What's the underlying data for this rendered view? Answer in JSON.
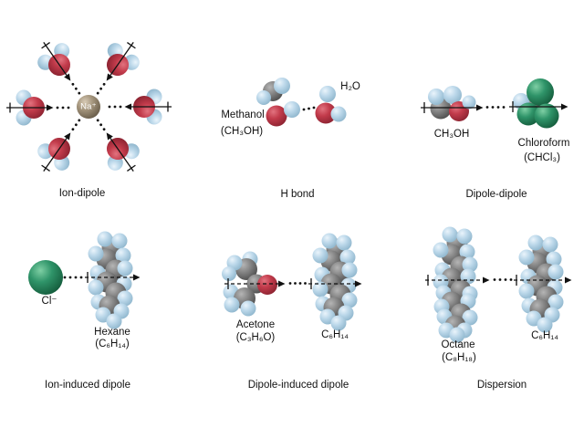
{
  "panels": {
    "ion_dipole": {
      "caption": "Ion-dipole",
      "ion_label": "Na⁺"
    },
    "h_bond": {
      "caption": "H bond",
      "molecule_name": "Methanol",
      "molecule_formula": "(CH₃OH)",
      "partner_formula": "H₂O"
    },
    "dipole_dipole": {
      "caption": "Dipole-dipole",
      "left_formula": "CH₃OH",
      "right_name": "Chloroform",
      "right_formula": "(CHCl₃)"
    },
    "ion_induced_dipole": {
      "caption": "Ion-induced dipole",
      "ion_label": "Cl⁻",
      "molecule_name": "Hexane",
      "molecule_formula": "(C₆H₁₄)"
    },
    "dipole_induced_dipole": {
      "caption": "Dipole-induced dipole",
      "molecule_name": "Acetone",
      "molecule_formula": "(C₃H₆O)",
      "partner_formula": "C₆H₁₄"
    },
    "dispersion": {
      "caption": "Dispersion",
      "molecule_name": "Octane",
      "molecule_formula": "(C₈H₁₈)",
      "partner_formula": "C₆H₁₄"
    }
  },
  "colors": {
    "hydrogen_atom": "#bcd8ea",
    "oxygen_atom": "#c23b4b",
    "carbon_atom": "#868686",
    "chlorine_atom": "#2f9469",
    "sodium_ion_sphere": "#a3947c",
    "background": "#ffffff",
    "text": "#111111",
    "arrow": "#111111"
  }
}
